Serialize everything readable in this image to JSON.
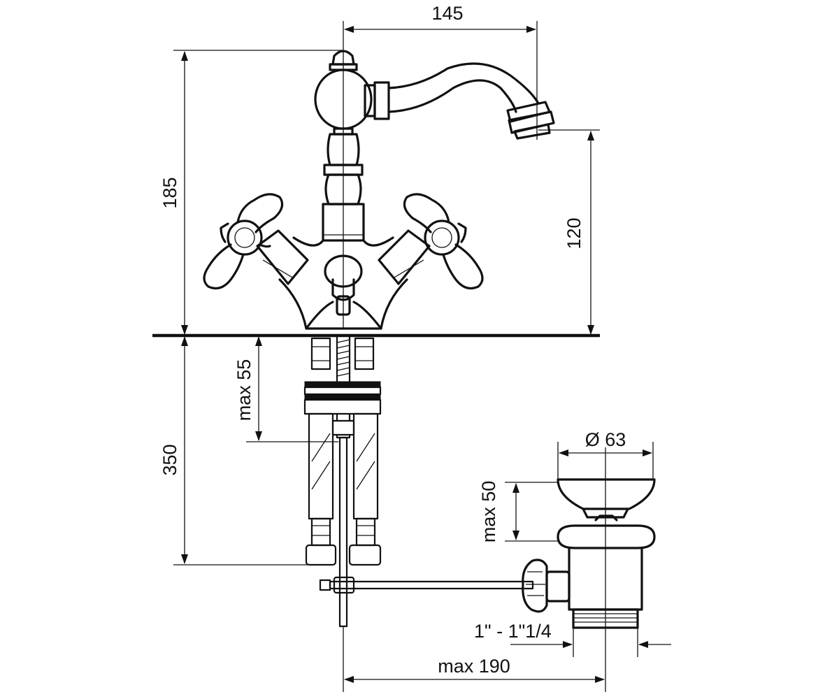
{
  "dimensions": {
    "spout_reach": "145",
    "total_height": "185",
    "spout_height": "120",
    "hose_length": "350",
    "max_deck_thickness": "max 55",
    "waste_diameter": "Ø 63",
    "waste_max_height": "max 50",
    "waste_thread": "1\" - 1\"1/4",
    "waste_rod_max": "max 190"
  }
}
